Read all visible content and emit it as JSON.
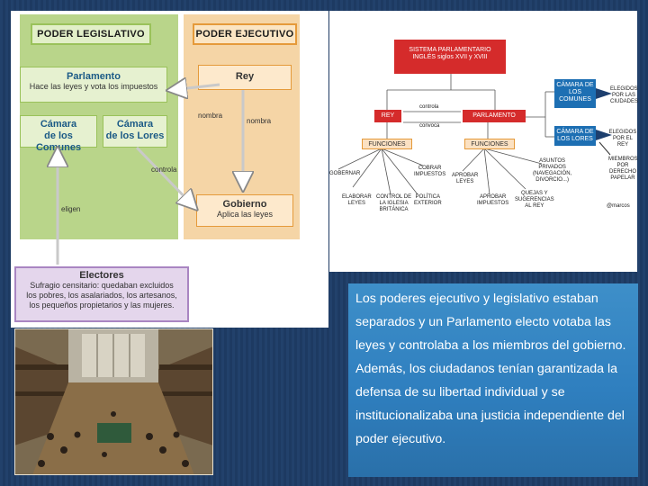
{
  "left_diagram": {
    "legislative_header": "PODER LEGISLATIVO",
    "executive_header": "PODER EJECUTIVO",
    "parliament": {
      "title": "Parlamento",
      "desc": "Hace las leyes y vota los impuestos"
    },
    "commons": {
      "line1": "Cámara",
      "line2": "de los Comunes"
    },
    "lords": {
      "line1": "Cámara",
      "line2": "de los Lores"
    },
    "king": {
      "title": "Rey"
    },
    "government": {
      "title": "Gobierno",
      "desc": "Aplica las leyes"
    },
    "arrow_labels": {
      "nombra_1": "nombra",
      "nombra_2": "nombra",
      "controla": "controla",
      "eligen": "eligen"
    },
    "electors": {
      "title": "Electores",
      "line1": "Sufragio censitario: quedaban excluidos",
      "line2": "los pobres, los asalariados, los artesanos,",
      "line3": "los pequeños propietarios y las mujeres."
    }
  },
  "right_map": {
    "title_line1": "SISTEMA PARLAMENTARIO",
    "title_line2": "INGLÉS siglos XVII y XVIII",
    "rey": "REY",
    "parlamento": "PARLAMENTO",
    "controla": "controla",
    "convoca": "convoca",
    "funciones_1": "FUNCIONES",
    "funciones_2": "FUNCIONES",
    "camara_comunes": {
      "l1": "CÁMARA DE",
      "l2": "LOS",
      "l3": "COMUNES"
    },
    "camara_lores": {
      "l1": "CÁMARA DE",
      "l2": "LOS LORES"
    },
    "elegidos_comunes": {
      "l1": "ELEGIDOS",
      "l2": "POR LAS",
      "l3": "CIUDADES"
    },
    "elegidos_lores": {
      "l1": "ELEGIDOS",
      "l2": "POR EL REY"
    },
    "miembros": {
      "l1": "MIEMBROS",
      "l2": "POR",
      "l3": "DERECHO",
      "l4": "PAPELAR"
    },
    "gobernar": "GOBERNAR",
    "cobrar": {
      "l1": "COBRAR",
      "l2": "IMPUESTOS"
    },
    "elaborar": {
      "l1": "ELABORAR",
      "l2": "LEYES"
    },
    "control_iglesia": {
      "l1": "CONTROL DE",
      "l2": "LA IGLESIA",
      "l3": "BRITÁNICA"
    },
    "politica": {
      "l1": "POLÍTICA",
      "l2": "EXTERIOR"
    },
    "aprobar_leyes": {
      "l1": "APROBAR",
      "l2": "LEYES"
    },
    "asuntos": {
      "l1": "ASUNTOS",
      "l2": "PRIVADOS",
      "l3": "(NAVEGACIÓN,",
      "l4": "DIVORCIO...)"
    },
    "aprobar_impuestos": {
      "l1": "APROBAR",
      "l2": "IMPUESTOS"
    },
    "quejas": {
      "l1": "QUEJAS Y",
      "l2": "SUGERENCIAS",
      "l3": "AL REY"
    },
    "credit": "@marcos"
  },
  "summary_text": "Los poderes ejecutivo y legislativo estaban separados y un Parlamento electo votaba las leyes y controlaba a los miembros del gobierno. Además, los ciudadanos tenían garantizada la defensa de su libertad individual y se institucionalizaba una justicia independiente del poder ejecutivo.",
  "colors": {
    "background": "#1f3d66",
    "legislative": "#b9d58a",
    "executive": "#f5d5a6",
    "electors": "#e4d6ec",
    "text_box": "#3e8fc9",
    "map_red": "#d52b2b",
    "map_blue": "#1d6fb3"
  }
}
